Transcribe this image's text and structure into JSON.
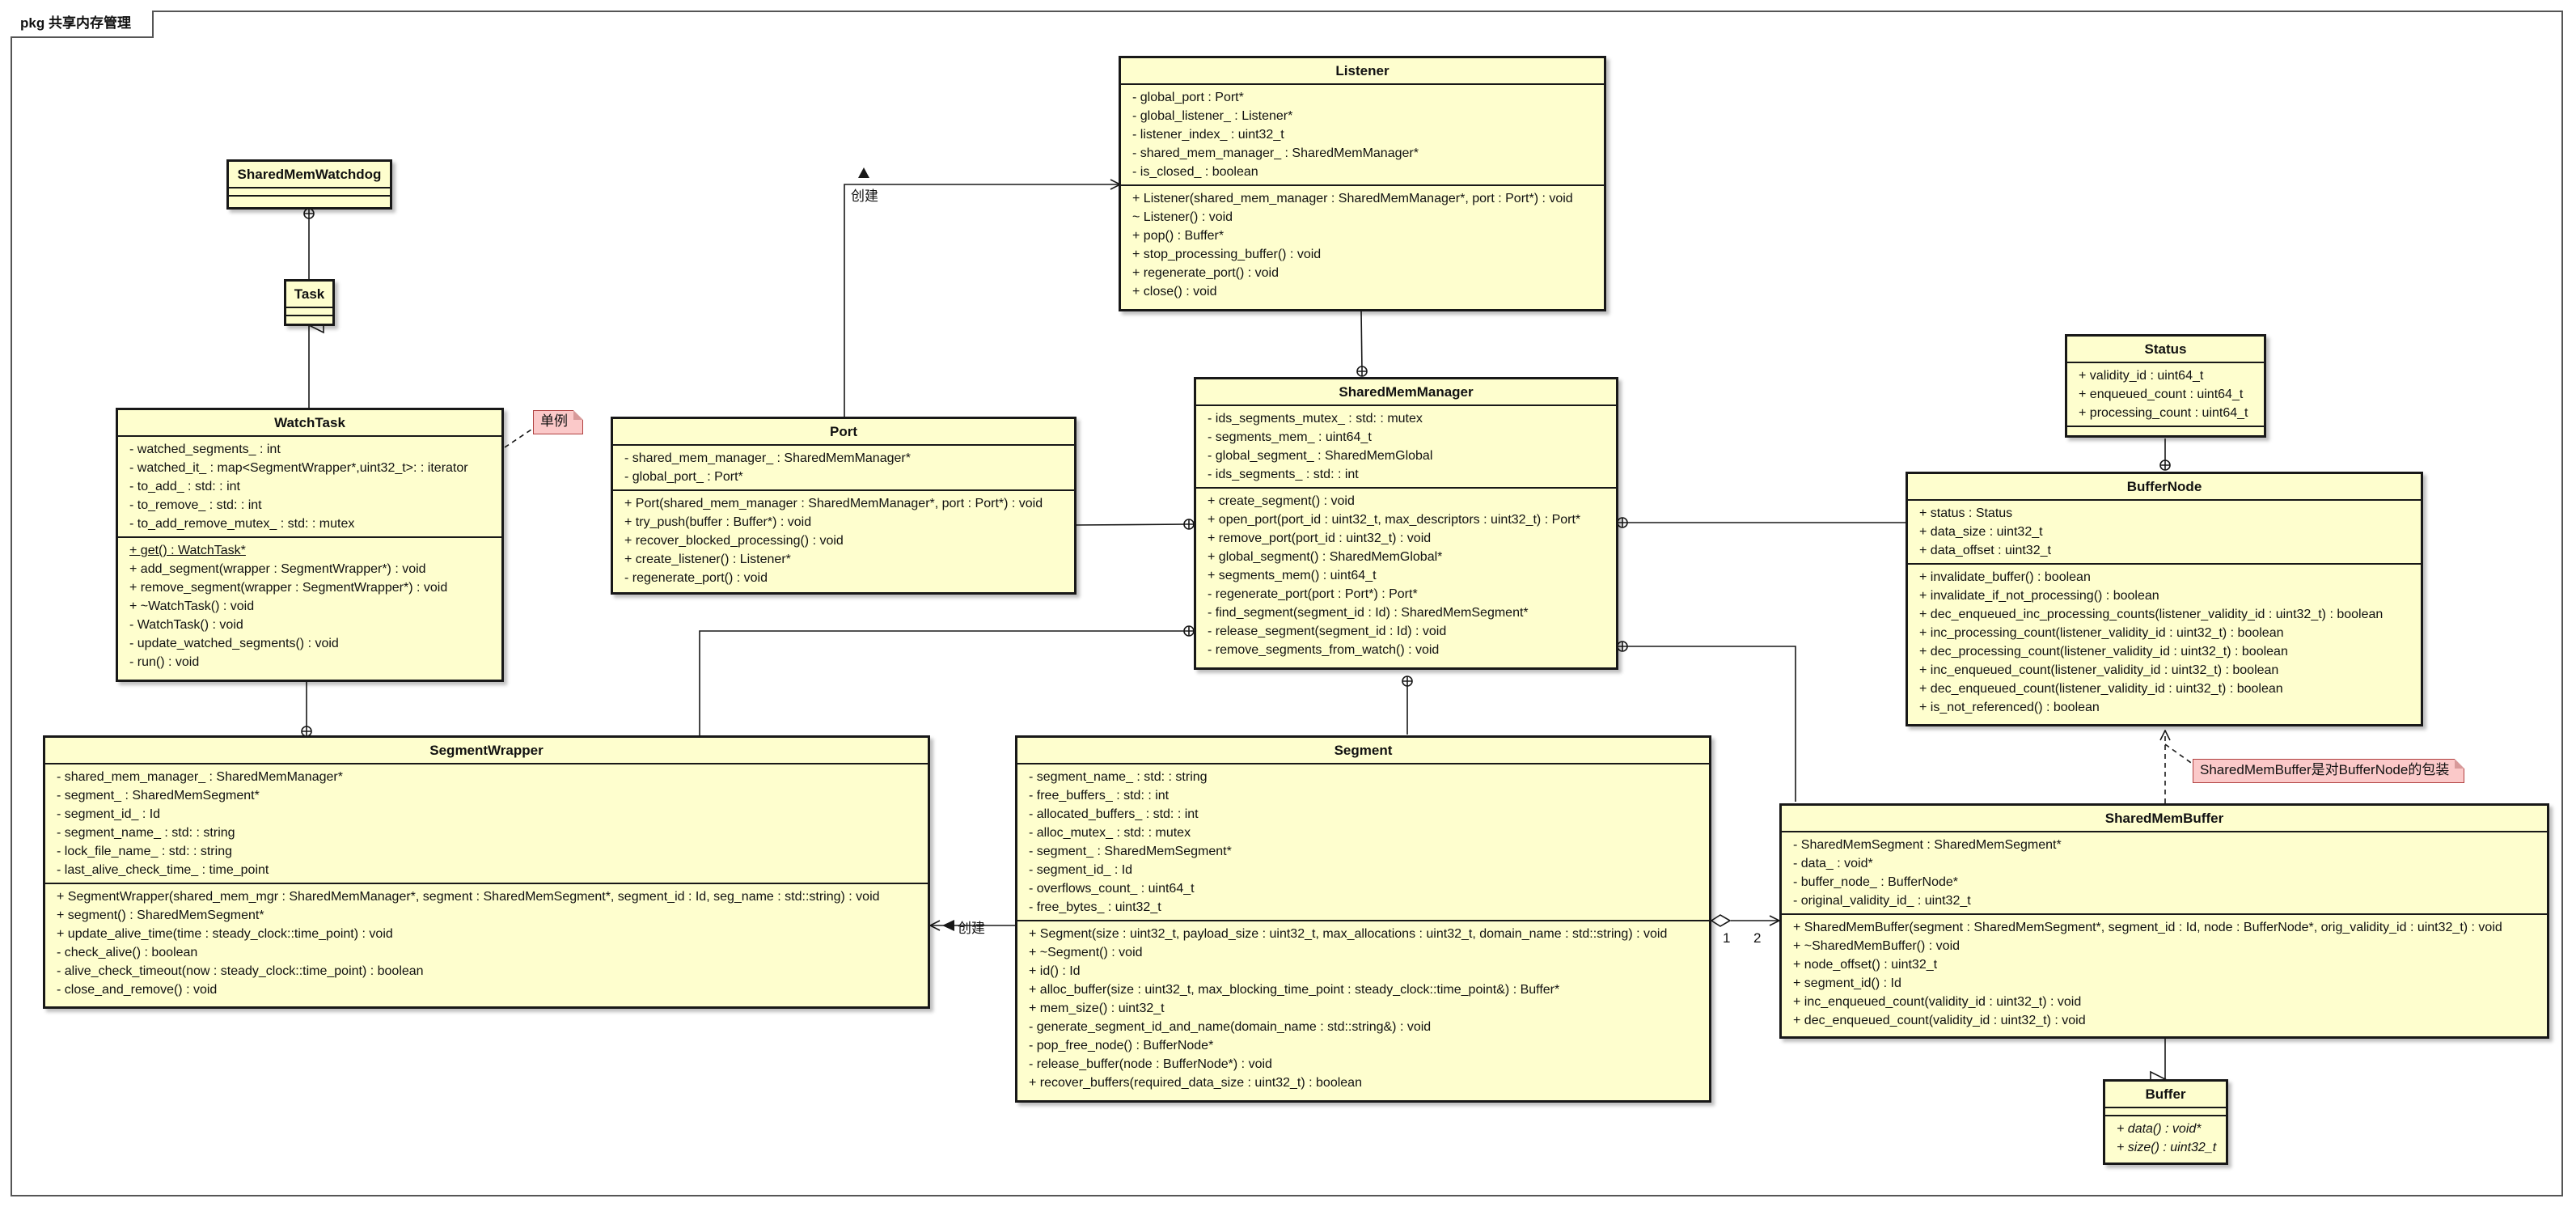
{
  "package": {
    "label": "pkg 共享内存管理"
  },
  "classes": {
    "watchdog": {
      "name": "SharedMemWatchdog",
      "attributes": [],
      "methods": []
    },
    "task": {
      "name": "Task",
      "attributes": [],
      "methods": []
    },
    "watchtask": {
      "name": "WatchTask",
      "attributes": [
        "- watched_segments_ : int",
        "- watched_it_ : map<SegmentWrapper*,uint32_t>: : iterator",
        "- to_add_ : std: : int",
        "- to_remove_ : std: : int",
        "- to_add_remove_mutex_ : std: : mutex"
      ],
      "methods": [
        "+ get() : WatchTask*",
        "+ add_segment(wrapper : SegmentWrapper*) : void",
        "+ remove_segment(wrapper : SegmentWrapper*) : void",
        "+ ~WatchTask() : void",
        "- WatchTask() : void",
        "- update_watched_segments() : void",
        "- run() : void"
      ]
    },
    "port": {
      "name": "Port",
      "attributes": [
        "- shared_mem_manager_ : SharedMemManager*",
        "- global_port_ : Port*"
      ],
      "methods": [
        "+ Port(shared_mem_manager : SharedMemManager*, port : Port*) : void",
        "+ try_push(buffer : Buffer*) : void",
        "+ recover_blocked_processing() : void",
        "+ create_listener() : Listener*",
        "- regenerate_port() : void"
      ]
    },
    "listener": {
      "name": "Listener",
      "attributes": [
        "- global_port : Port*",
        "- global_listener_ : Listener*",
        "- listener_index_ : uint32_t",
        "- shared_mem_manager_ : SharedMemManager*",
        "- is_closed_ : boolean"
      ],
      "methods": [
        "+ Listener(shared_mem_manager : SharedMemManager*, port : Port*) : void",
        "~ Listener() : void",
        "+ pop() : Buffer*",
        "+ stop_processing_buffer() : void",
        "+ regenerate_port() : void",
        "+ close() : void"
      ]
    },
    "manager": {
      "name": "SharedMemManager",
      "attributes": [
        "- ids_segments_mutex_ : std: : mutex",
        "- segments_mem_ : uint64_t",
        "- global_segment_ : SharedMemGlobal",
        "- ids_segments_ : std: : int"
      ],
      "methods": [
        "+ create_segment() : void",
        "+ open_port(port_id : uint32_t, max_descriptors : uint32_t) : Port*",
        "+ remove_port(port_id : uint32_t) : void",
        "+ global_segment() : SharedMemGlobal*",
        "+ segments_mem() : uint64_t",
        "- regenerate_port(port : Port*) : Port*",
        "- find_segment(segment_id : Id) : SharedMemSegment*",
        "- release_segment(segment_id : Id) : void",
        "- remove_segments_from_watch() : void"
      ]
    },
    "status": {
      "name": "Status",
      "attributes": [
        "+ validity_id : uint64_t",
        "+ enqueued_count : uint64_t",
        "+ processing_count : uint64_t"
      ],
      "methods": []
    },
    "buffernode": {
      "name": "BufferNode",
      "attributes": [
        "+ status : Status",
        "+ data_size : uint32_t",
        "+ data_offset : uint32_t"
      ],
      "methods": [
        "+ invalidate_buffer() : boolean",
        "+ invalidate_if_not_processing() : boolean",
        "+ dec_enqueued_inc_processing_counts(listener_validity_id : uint32_t) : boolean",
        "+ inc_processing_count(listener_validity_id : uint32_t) : boolean",
        "+ dec_processing_count(listener_validity_id : uint32_t) : boolean",
        "+ inc_enqueued_count(listener_validity_id : uint32_t) : boolean",
        "+ dec_enqueued_count(listener_validity_id : uint32_t) : boolean",
        "+ is_not_referenced() : boolean"
      ]
    },
    "wrapper": {
      "name": "SegmentWrapper",
      "attributes": [
        "- shared_mem_manager_ : SharedMemManager*",
        "- segment_ : SharedMemSegment*",
        "- segment_id_ : Id",
        "- segment_name_ : std: : string",
        "- lock_file_name_ : std: : string",
        "- last_alive_check_time_ : time_point"
      ],
      "methods": [
        "+ SegmentWrapper(shared_mem_mgr : SharedMemManager*, segment : SharedMemSegment*, segment_id : Id, seg_name : std::string) : void",
        "+ segment() : SharedMemSegment*",
        "+ update_alive_time(time : steady_clock::time_point) : void",
        "- check_alive() : boolean",
        "- alive_check_timeout(now : steady_clock::time_point) : boolean",
        "- close_and_remove() : void"
      ]
    },
    "segment": {
      "name": "Segment",
      "attributes": [
        "- segment_name_ : std: : string",
        "- free_buffers_ : std: : int",
        "- allocated_buffers_ : std: : int",
        "- alloc_mutex_ : std: : mutex",
        "- segment_ : SharedMemSegment*",
        "- segment_id_ : Id",
        "- overflows_count_ : uint64_t",
        "- free_bytes_ : uint32_t"
      ],
      "methods": [
        "+ Segment(size : uint32_t, payload_size : uint32_t, max_allocations : uint32_t, domain_name : std::string) : void",
        "+ ~Segment() : void",
        "+ id() : Id",
        "+ alloc_buffer(size : uint32_t, max_blocking_time_point : steady_clock::time_point&) : Buffer*",
        "+ mem_size() : uint32_t",
        "- generate_segment_id_and_name(domain_name : std::string&) : void",
        "- pop_free_node() : BufferNode*",
        "- release_buffer(node : BufferNode*) : void",
        "+ recover_buffers(required_data_size : uint32_t) : boolean"
      ]
    },
    "smbuffer": {
      "name": "SharedMemBuffer",
      "attributes": [
        "- SharedMemSegment : SharedMemSegment*",
        "- data_ : void*",
        "- buffer_node_ : BufferNode*",
        "- original_validity_id_ : uint32_t"
      ],
      "methods": [
        "+ SharedMemBuffer(segment : SharedMemSegment*, segment_id : Id, node : BufferNode*, orig_validity_id : uint32_t) : void",
        "+ ~SharedMemBuffer() : void",
        "+ node_offset() : uint32_t",
        "+ segment_id() : Id",
        "+ inc_enqueued_count(validity_id : uint32_t) : void",
        "+ dec_enqueued_count(validity_id : uint32_t) : void"
      ]
    },
    "buffer": {
      "name": "Buffer",
      "attributes": [],
      "methods": [
        "+ data() : void*",
        "+ size() : uint32_t"
      ]
    }
  },
  "notes": {
    "singleton": "单例",
    "smbuffer_note": "SharedMemBuffer是对BufferNode的包装"
  },
  "edge_labels": {
    "create_port_listener": "创建",
    "create_segment_wrapper": "创建",
    "mult_1": "1",
    "mult_2": "2"
  },
  "colors": {
    "class_fill": "#fefece",
    "class_border": "#181818",
    "note_fill": "#fbc9c9",
    "line": "#181818"
  }
}
